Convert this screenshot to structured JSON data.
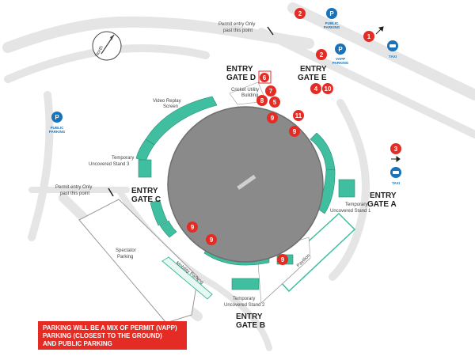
{
  "labels": {
    "gate_a": [
      "ENTRY",
      "GATE A"
    ],
    "gate_b": [
      "ENTRY",
      "GATE B"
    ],
    "gate_c": [
      "ENTRY",
      "GATE C"
    ],
    "gate_d": [
      "ENTRY",
      "GATE D"
    ],
    "gate_e": [
      "ENTRY",
      "GATE E"
    ],
    "north": "North",
    "permit_top": [
      "Permit entry Only",
      "past this point"
    ],
    "permit_left": [
      "Permit entry Only",
      "past this point"
    ],
    "video_replay": [
      "Video Replay",
      "Screen"
    ],
    "cricket_utility": [
      "Cricket Utility",
      "Building"
    ],
    "temp_stand_3": [
      "Temporary",
      "Uncovered Stand 3"
    ],
    "temp_stand_1": [
      "Temporary",
      "Uncovered Stand 1"
    ],
    "temp_stand_2": [
      "Temporary",
      "Uncovered Stand 2"
    ],
    "spectator_parking": [
      "Spectator",
      "Parking"
    ],
    "mobility_parking": "Mobility Parking",
    "pavilion": "Pavilion",
    "public_parking": [
      "PUBLIC",
      "PARKING"
    ],
    "vapp_parking": [
      "VAPP",
      "PARKING"
    ],
    "taxi": "TAXI",
    "parking_icon": "P"
  },
  "markers": {
    "m1": "1",
    "m2a": "2",
    "m2b": "2",
    "m3": "3",
    "m4": "4",
    "m10": "10",
    "m6": "6",
    "m7": "7",
    "m8": "8",
    "m5": "5",
    "m9a": "9",
    "m11": "11",
    "m9b": "9",
    "m9c": "9",
    "m9d": "9",
    "m9e": "9"
  },
  "banner": "PARKING WILL BE A MIX OF PERMIT (VAPP)\nPARKING (CLOSEST TO THE GROUND)\nAND PUBLIC PARKING",
  "colors": {
    "field": "#8a8a8a",
    "stand": "#3fbf9f",
    "road": "#e5e5e5",
    "marker": "#e42b24",
    "parking_blue": "#1a73b8"
  },
  "icons": [
    "north-arrow-icon",
    "parking-icon",
    "taxi-icon",
    "direction-arrow-icon"
  ]
}
